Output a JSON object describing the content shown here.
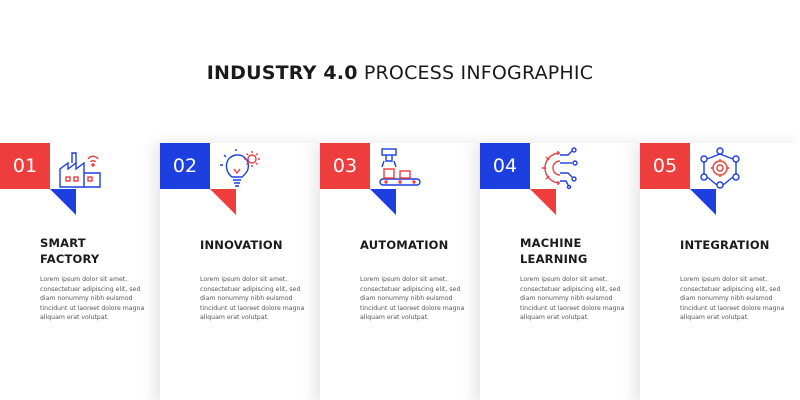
{
  "title": {
    "bold": "INDUSTRY 4.0",
    "light": "PROCESS INFOGRAPHIC"
  },
  "colors": {
    "red": "#ee3d3d",
    "blue": "#1d3fe0",
    "text": "#1a1a1a",
    "body": "#555555"
  },
  "steps": [
    {
      "number": "01",
      "color": "red",
      "triangle": "blue",
      "heading": "SMART\nFACTORY",
      "icon": "factory-wifi-icon",
      "body": "Lorem ipsum dolor sit amet, consectetuer adipiscing elit, sed diam nonummy nibh euismod tincidunt ut laoreet dolore magna aliquam erat volutpat."
    },
    {
      "number": "02",
      "color": "blue",
      "triangle": "red",
      "heading": "INNOVATION",
      "icon": "lightbulb-gear-icon",
      "body": "Lorem ipsum dolor sit amet, consectetuer adipiscing elit, sed diam nonummy nibh euismod tincidunt ut laoreet dolore magna aliquam erat volutpat."
    },
    {
      "number": "03",
      "color": "red",
      "triangle": "blue",
      "heading": "AUTOMATION",
      "icon": "robot-arm-conveyor-icon",
      "body": "Lorem ipsum dolor sit amet, consectetuer adipiscing elit, sed diam nonummy nibh euismod tincidunt ut laoreet dolore magna aliquam erat volutpat."
    },
    {
      "number": "04",
      "color": "blue",
      "triangle": "red",
      "heading": "MACHINE\nLEARNING",
      "icon": "gear-circuit-icon",
      "body": "Lorem ipsum dolor sit amet, consectetuer adipiscing elit, sed diam nonummy nibh euismod tincidunt ut laoreet dolore magna aliquam erat volutpat."
    },
    {
      "number": "05",
      "color": "red",
      "triangle": "blue",
      "heading": "INTEGRATION",
      "icon": "network-gear-icon",
      "body": "Lorem ipsum dolor sit amet, consectetuer adipiscing elit, sed diam nonummy nibh euismod tincidunt ut laoreet dolore magna aliquam erat volutpat."
    }
  ]
}
